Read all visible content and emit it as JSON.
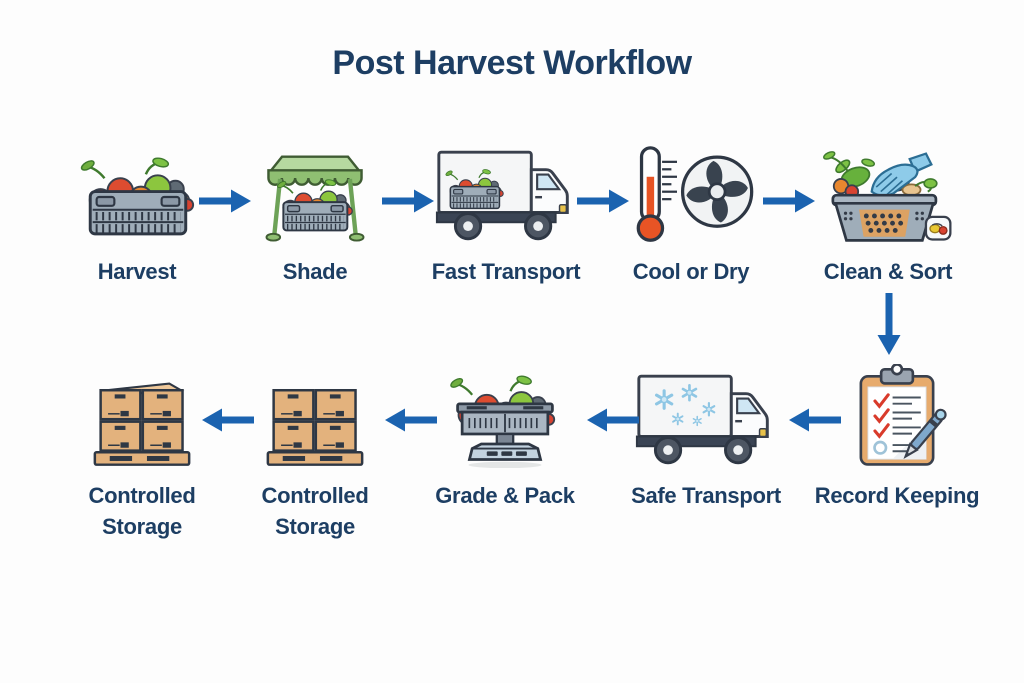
{
  "title": "Post Harvest Workflow",
  "colors": {
    "arrow_blue": "#1b63b0",
    "label_navy": "#1d3e63",
    "background": "#fdfdfd"
  },
  "rows": [
    {
      "direction": "left-to-right",
      "stages": [
        {
          "label": "Harvest",
          "icon": "harvest-crate-icon"
        },
        {
          "label": "Shade",
          "icon": "shade-canopy-icon"
        },
        {
          "label": "Fast Transport",
          "icon": "produce-truck-icon"
        },
        {
          "label": "Cool or Dry",
          "icon": "thermometer-fan-icon"
        },
        {
          "label": "Clean & Sort",
          "icon": "sorting-basket-hand-icon"
        }
      ]
    },
    {
      "direction": "right-to-left",
      "stages": [
        {
          "label": "Record Keeping",
          "icon": "clipboard-checklist-icon"
        },
        {
          "label": "Safe Transport",
          "icon": "refrigerated-truck-icon"
        },
        {
          "label": "Grade & Pack",
          "icon": "weighing-scale-icon"
        },
        {
          "label": "Controlled Storage",
          "icon": "pallet-boxes-icon"
        },
        {
          "label": "Controlled Storage",
          "icon": "pallet-boxes-icon"
        }
      ]
    }
  ]
}
